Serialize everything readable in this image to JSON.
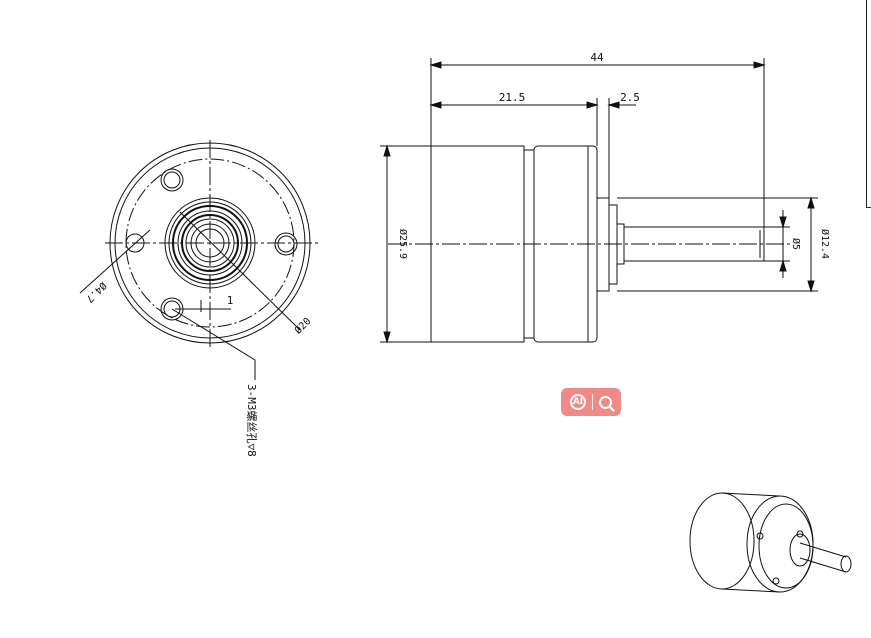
{
  "dimensions": {
    "overall_length": "44",
    "body_length": "21.5",
    "flange_offset": "2.5",
    "body_diameter": "Ø25.9",
    "shaft_diameter": "Ø5",
    "boss_diameter": "Ø12.4",
    "front_small_dia": "Ø4.7",
    "front_circle_dia": "Ø20",
    "front_offset": "1"
  },
  "callout": {
    "thread_note": "3-M3螺丝孔▽8"
  },
  "badge": {
    "ai_label": "AI",
    "icons": [
      "ai-icon",
      "search-icon"
    ],
    "color": "#f08a86"
  },
  "colors": {
    "line": "#111111",
    "background": "#ffffff"
  }
}
